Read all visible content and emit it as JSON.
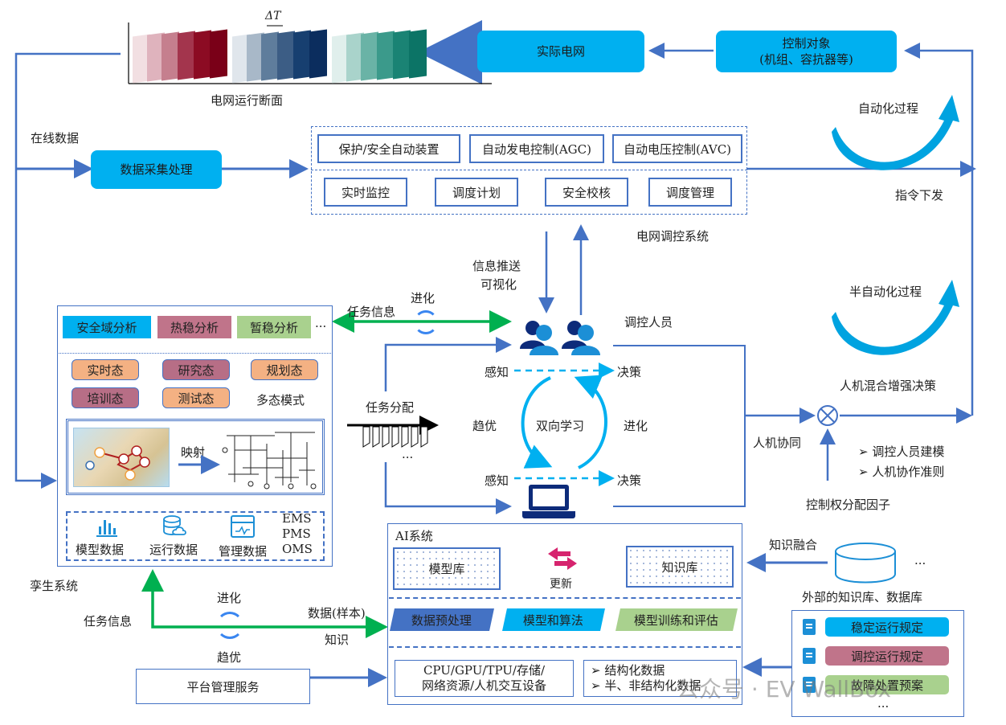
{
  "top": {
    "snapshot_label": "电网运行断面",
    "delta_t": "ΔT",
    "actual_grid": "实际电网",
    "control_object_line1": "控制对象",
    "control_object_line2": "(机组、容抗器等)",
    "automation_process": "自动化过程",
    "command_issue": "指令下发"
  },
  "acquisition": {
    "online_data": "在线数据",
    "process_box": "数据采集处理"
  },
  "grid_control_system": {
    "label": "电网调控系统",
    "row1": [
      "保护/安全自动装置",
      "自动发电控制(AGC)",
      "自动电压控制(AVC)"
    ],
    "row2": [
      "实时监控",
      "调度计划",
      "安全校核",
      "调度管理"
    ]
  },
  "middle": {
    "info_push_line1": "信息推送",
    "info_push_line2": "可视化",
    "operators": "调控人员",
    "task_info_top": "任务信息",
    "evolve_top": "进化",
    "perceive": "感知",
    "decide": "决策",
    "optimize": "趋优",
    "bidirectional_learning": "双向学习",
    "evolve": "进化",
    "task_allocation": "任务分配",
    "ellipsis": "···",
    "semi_automation": "半自动化过程",
    "hybrid_decision": "人机混合增强决策",
    "human_machine_collab": "人机协同",
    "bullets": [
      "调控人员建模",
      "人机协作准则"
    ],
    "control_factor": "控制权分配因子"
  },
  "twin_system": {
    "label": "孪生系统",
    "analysis_tags": [
      {
        "label": "安全域分析",
        "color": "#00b0f0"
      },
      {
        "label": "热稳分析",
        "color": "#c0748a"
      },
      {
        "label": "暂稳分析",
        "color": "#a9d18e"
      }
    ],
    "more": "···",
    "states": [
      {
        "label": "实时态",
        "color": "#f4b183"
      },
      {
        "label": "研究态",
        "color": "#b76e86"
      },
      {
        "label": "规划态",
        "color": "#f4b183"
      },
      {
        "label": "培训态",
        "color": "#b76e86"
      },
      {
        "label": "测试态",
        "color": "#f4b183"
      }
    ],
    "multi_state_mode": "多态模式",
    "mapping": "映射",
    "data_sources": [
      {
        "label": "模型数据",
        "icon": "bar-chart-icon"
      },
      {
        "label": "运行数据",
        "icon": "database-cloud-icon"
      },
      {
        "label": "管理数据",
        "icon": "monitor-pulse-icon"
      }
    ],
    "systems": [
      "EMS",
      "PMS",
      "OMS"
    ]
  },
  "bottom_left": {
    "task_info": "任务信息",
    "evolve": "进化",
    "optimize": "趋优",
    "data_sample": "数据(样本)",
    "knowledge": "知识",
    "platform_service": "平台管理服务"
  },
  "ai_system": {
    "title": "AI系统",
    "model_lib": "模型库",
    "update": "更新",
    "knowledge_lib": "知识库",
    "pipeline": [
      {
        "label": "数据预处理",
        "color": "#4472c4"
      },
      {
        "label": "模型和算法",
        "color": "#00b0f0"
      },
      {
        "label": "模型训练和评估",
        "color": "#a9d18e"
      }
    ],
    "hardware_line1": "CPU/GPU/TPU/存储/",
    "hardware_line2": "网络资源/人机交互设备",
    "data_types": [
      "结构化数据",
      "半、非结构化数据"
    ]
  },
  "external": {
    "knowledge_fusion": "知识融合",
    "ellipsis": "···",
    "label": "外部的知识库、数据库",
    "rules": [
      {
        "label": "稳定运行规定",
        "color": "#00b0f0"
      },
      {
        "label": "调控运行规定",
        "color": "#c0748a"
      },
      {
        "label": "故障处置预案",
        "color": "#a9d18e"
      }
    ],
    "more": "···"
  },
  "watermark": "公众号 · EV WallBox"
}
